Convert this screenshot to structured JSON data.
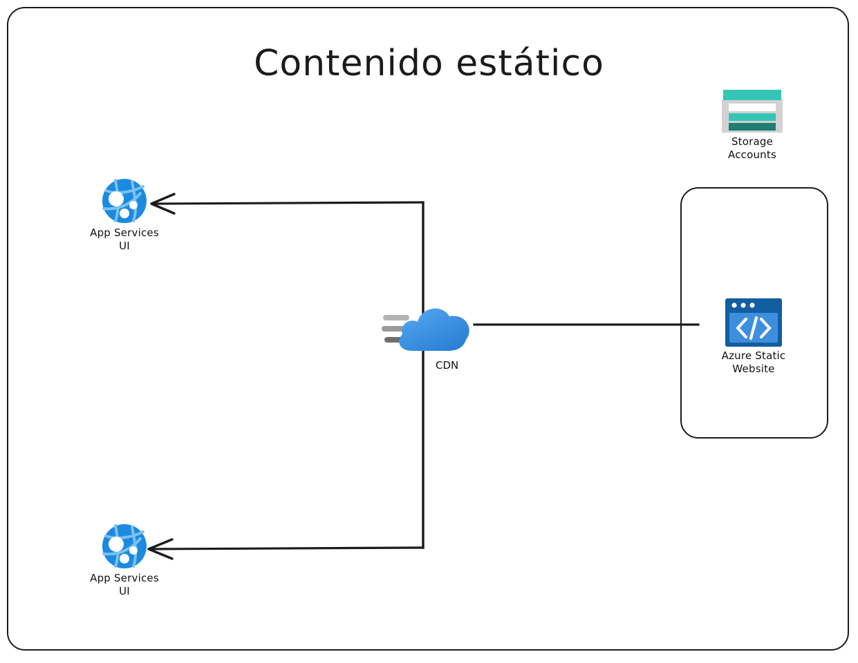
{
  "diagram": {
    "title": "Contenido estático",
    "background": "#ffffff",
    "stroke_color": "#1b1b1b",
    "frame": {
      "name": "outer-frame"
    },
    "group_box": {
      "name": "static-website-group"
    },
    "nodes": [
      {
        "id": "storage-accounts",
        "icon": "storage-accounts-icon",
        "label": "Storage\nAccounts",
        "colors": {
          "bar_top": "#35c4b5",
          "body": "#d2d2d2",
          "bar_mid": "#35c4b5",
          "bar_bottom": "#1f7d73",
          "bar_white": "#ffffff"
        }
      },
      {
        "id": "azure-static-website",
        "icon": "azure-static-website-icon",
        "label": "Azure Static\nWebsite",
        "colors": {
          "frame": "#115ea3",
          "panel": "#3d8fdd",
          "glyph": "#ffffff"
        }
      },
      {
        "id": "cdn",
        "icon": "cdn-cloud-icon",
        "label": "CDN",
        "colors": {
          "cloud_light": "#4ea3ef",
          "cloud_dark": "#2b7fd4",
          "line1": "#b3b3b3",
          "line2": "#9a9a9a",
          "line3": "#6e6e6e"
        }
      },
      {
        "id": "app-services-ui-top",
        "icon": "app-services-icon",
        "label": "App Services\nUI",
        "colors": {
          "circle": "#1b8ae0",
          "arcs": "#7cc1f0",
          "dots": "#ffffff"
        }
      },
      {
        "id": "app-services-ui-bottom",
        "icon": "app-services-icon",
        "label": "App Services\nUI",
        "colors": {
          "circle": "#1b8ae0",
          "arcs": "#7cc1f0",
          "dots": "#ffffff"
        }
      }
    ],
    "edges": [
      {
        "id": "edge-static-website-to-cdn",
        "from": "azure-static-website",
        "to": "cdn",
        "arrow": false
      },
      {
        "id": "edge-cdn-to-app-services-top",
        "from": "cdn",
        "to": "app-services-ui-top",
        "arrow": true
      },
      {
        "id": "edge-cdn-to-app-services-bottom",
        "from": "cdn",
        "to": "app-services-ui-bottom",
        "arrow": true
      }
    ]
  }
}
